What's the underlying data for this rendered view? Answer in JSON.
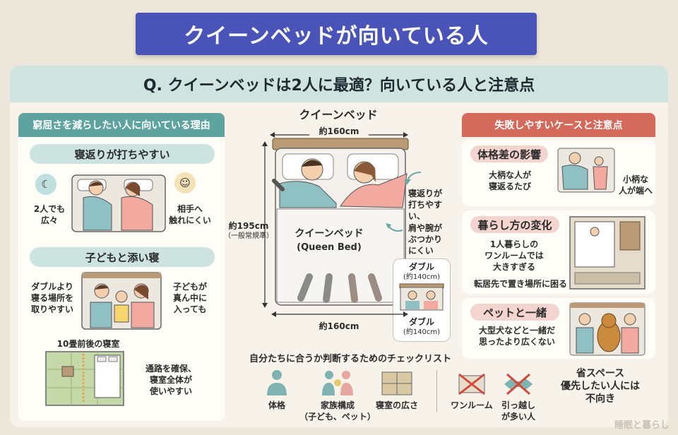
{
  "title": "クイーンベッドが向いている人",
  "question": "Q. クイーンベッドは2人に最適？向いている人と注意点",
  "left": {
    "header": "窮屈さを減らしたい人に向いている理由",
    "sec1": {
      "title": "寝返りが打ちやすい",
      "note_left": "2人でも\n広々",
      "note_right": "相手へ\n触れにくい"
    },
    "sec2": {
      "title": "子どもと添い寝",
      "note_left": "ダブルより\n寝る場所を\n取りやすい",
      "note_right": "子どもが\n真ん中に\n入っても"
    },
    "sec3": {
      "title": "10畳前後の寝室",
      "note": "通路を確保、\n寝室全体が\n使いやすい"
    }
  },
  "center": {
    "header": "クイーンベッド",
    "width_top": "約160cm",
    "width_bottom": "約160cm",
    "length": "約195cm",
    "length_note": "（一般常規準）",
    "bed_label": "クイーンベッド",
    "bed_label_en": "(Queen Bed)",
    "callout": "寝返りが\n打ちやすい、\n肩や腕が\nぶつかり\nにくい",
    "double": {
      "top_label": "ダブル",
      "top_size": "(約140cm)",
      "bottom_label": "ダブル",
      "bottom_size": "(約140cm)"
    }
  },
  "right": {
    "header": "失敗しやすいケースと注意点",
    "case1": {
      "title": "体格差の影響",
      "note": "大柄な人が\n寝返るたび",
      "note2": "小柄な\n人が端へ"
    },
    "case2": {
      "title": "暮らし方の変化",
      "note": "1人暮らしの\nワンルームでは\n大きすぎる",
      "note2": "転居先で置き場所に困る"
    },
    "case3": {
      "title": "ペットと一緒",
      "note": "大型犬などと一緒だ\n思ったより広くない"
    }
  },
  "checklist": {
    "title": "自分たちに合うか判断するためのチェックリスト",
    "items": [
      "体格",
      "家族構成\n（子ども、ペット）",
      "寝室の広さ"
    ],
    "ng_items": [
      "ワンルーム",
      "引っ越し\nが多い人"
    ],
    "conclusion": "省スペース\n優先したい人には\n不向き"
  },
  "watermark": "睡眠と暮らし",
  "colors": {
    "title_bg": "#4a54b8",
    "teal": "#5fa3a1",
    "red": "#d36a5b",
    "pink": "#f3d4cf",
    "mint": "#cde3e0"
  }
}
